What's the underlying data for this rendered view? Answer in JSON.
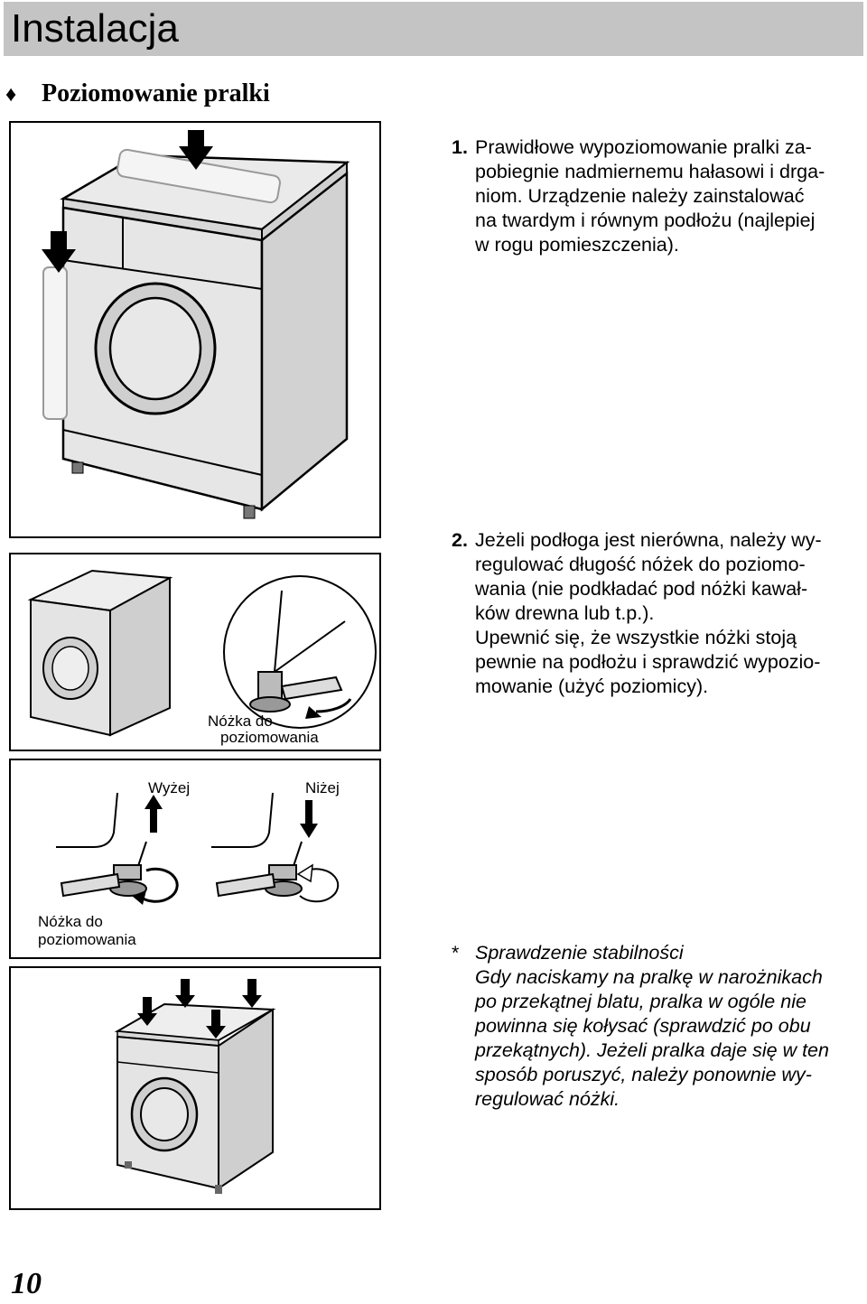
{
  "header": {
    "title": "Instalacja"
  },
  "section": {
    "bullet": "♦",
    "title": "Poziomowanie pralki"
  },
  "steps": [
    {
      "number": "1.",
      "lines": [
        "Prawidłowe wypoziomowanie pralki za-",
        "pobiegnie nadmiernemu hałasowi i drga-",
        "niom. Urządzenie należy zainstalować",
        "na twardym i równym podłożu (najlepiej",
        "w rogu pomieszczenia)."
      ]
    },
    {
      "number": "2.",
      "lines": [
        "Jeżeli podłoga jest nierówna, należy wy-",
        "regulować długość nóżek do poziomo-",
        "wania (nie podkładać pod nóżki kawał-",
        "ków drewna lub t.p.).",
        "Upewnić się, że wszystkie nóżki stoją",
        "pewnie na podłożu i sprawdzić wypozio-",
        "mowanie (użyć poziomicy)."
      ]
    }
  ],
  "note": {
    "marker": "*",
    "lines": [
      "Sprawdzenie stabilności",
      "Gdy naciskamy na pralkę w narożnikach",
      "po przekątnej blatu, pralka w ogóle nie",
      "powinna się kołysać (sprawdzić po obu",
      "przekątnych). Jeżeli pralka daje się w ten",
      "sposób poruszyć, należy ponownie wy-",
      "regulować nóżki."
    ]
  },
  "figure2": {
    "label_line1": "Nóżka    do",
    "label_line2": "poziomowania"
  },
  "figure3": {
    "label_up": "Wyżej",
    "label_down": "Niżej",
    "label_foot_line1": "Nóżka do",
    "label_foot_line2": "poziomowania"
  },
  "footer": {
    "page_number": "10"
  }
}
